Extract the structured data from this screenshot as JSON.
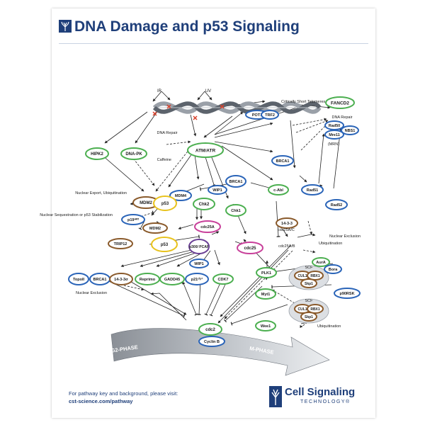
{
  "title": "DNA Damage and p53 Signaling",
  "footer": {
    "line1": "For pathway key and background, please visit:",
    "url": "cst-science.com/pathway"
  },
  "brand": {
    "name": "Cell Signaling",
    "subtitle": "TECHNOLOGY®"
  },
  "colors": {
    "navy": "#1f3f7a",
    "green_ring": "#4caf50",
    "blue_ring": "#2a64b8",
    "yellow_ring": "#e8c21c",
    "brown_ring": "#8a5a2b",
    "magenta_ring": "#c8409a",
    "purple_ring": "#6a3f95"
  },
  "stimuli": {
    "ir": "IR",
    "uv": "UV",
    "telomeres": "Critically Short Telomeres",
    "caffeine": "Caffeine"
  },
  "nodes": {
    "pot1": "POT1",
    "trf2": "TRF2",
    "fancd2": "FANCD2",
    "rad50": "Rad50",
    "nbs1": "NBS1",
    "mre11": "Mre11",
    "mrn": "(MRN)",
    "dna_repair_right": "DNA Repair",
    "dna_repair_left": "DNA Repair",
    "hipk2": "HIPK2",
    "dnapk": "DNA-PK",
    "atm_atr": "ATM/ATR",
    "brca1_top": "BRCA1",
    "brca1_mid": "BRCA1",
    "c_abl": "c-Abl",
    "rad51": "Rad51",
    "rad52": "Rad52",
    "wip1_top": "WIP1",
    "mdm4": "MDM4",
    "mdm2_top": "MDM2",
    "p53_top": "p53",
    "chk2": "Chk2",
    "chk1": "Chk1",
    "cdc25a": "cdc25A",
    "cdc25": "cdc25",
    "nuclear_export": "Nuclear Export, Ubiquitination",
    "p19arf": "p19ᴬᴿᶠ",
    "mdm2_mid": "MDM2",
    "nuclear_seq": "Nuclear Sequestration or p53 Stabilization",
    "trip12": "TRIP12",
    "p53_mid": "p53",
    "p300": "p300/ PCAF",
    "wip1_mid": "WIP1",
    "topoii": "TopoII",
    "brca1_low": "BRCA1",
    "s1433s": "14-3-3σ",
    "reprimo": "Reprimo",
    "gadd45": "GADD45",
    "p21": "p21ᶜⁱᵖ¹",
    "cdk7": "CDK7",
    "s1433": "14-3-3",
    "nuclear_exclusion_r": "Nuclear Exclusion",
    "ubiq_r1": "Ubiquitination",
    "cdc25ac": "cdc25A/C",
    "cdc25ab": "cdc25A/B",
    "aura": "AurA",
    "bora": "Bora",
    "plk1": "PLK1",
    "scf1": "SCF",
    "cul1a": "CUL1",
    "rbx1a": "RBX1",
    "skp1a": "Skp1",
    "myt1": "Myt1",
    "p90rsk": "p90RSK",
    "scf2": "SCF",
    "cul1b": "CUL1",
    "rbx1b": "RBX1",
    "skp1b": "Skp1",
    "wee1": "Wee1",
    "ubiq_r2": "Ubiquitination",
    "nuclear_exclusion_l": "Nuclear Exclusion",
    "cdc2": "cdc2",
    "cyclinb": "Cyclin B",
    "g2": "G2-PHASE",
    "m": "M-PHASE"
  }
}
